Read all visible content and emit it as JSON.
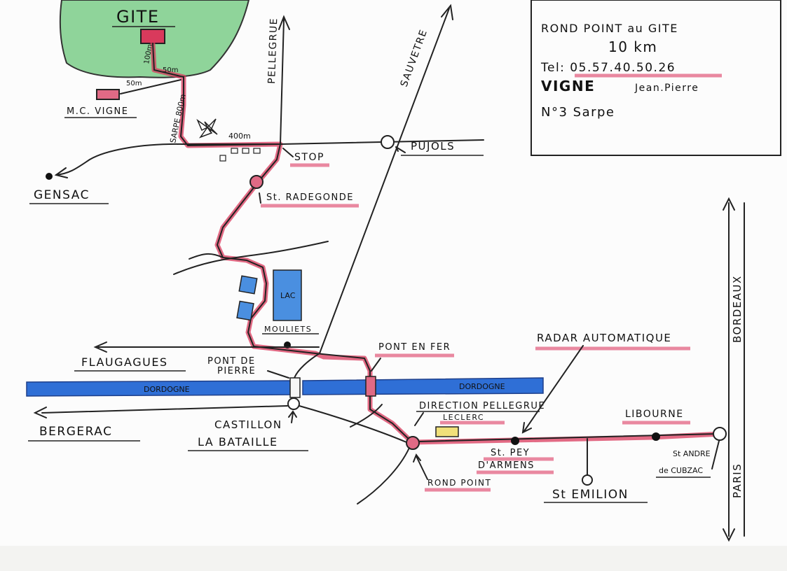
{
  "info": {
    "line1": "ROND POINT au GITE",
    "distance": "10 km",
    "phone": "Tel: 05.57.40.50.26",
    "name_bold": "VIGNE",
    "name_rest": "Jean.Pierre",
    "address": "N°3 Sarpe"
  },
  "labels": {
    "gite": "GITE",
    "mc_vigne": "M.C. VIGNE",
    "d100": "100m",
    "d50a": "50m",
    "d50b": "50m",
    "sarpe": "SARPE 800m",
    "d400": "400m",
    "pellegrue": "PELLEGRUE",
    "sauvetre": "SAUVETRE",
    "stop": "STOP",
    "pujols": "PUJOLS",
    "gensac": "GENSAC",
    "radegonde": "St. RADEGONDE",
    "lac": "LAC",
    "mouliets": "MOULIETS",
    "flaugagues": "FLAUGAGUES",
    "pont_de": "PONT DE",
    "pierre": "PIERRE",
    "pont_en_fer": "PONT EN FER",
    "dordogne_left": "DORDOGNE",
    "dordogne_right": "DORDOGNE",
    "bergerac": "BERGERAC",
    "castillon": "CASTILLON",
    "la_bataille": "LA BATAILLE",
    "direction": "DIRECTION PELLEGRUE",
    "leclerc": "LECLERC",
    "radar": "RADAR AUTOMATIQUE",
    "libourne": "LIBOURNE",
    "st_pey": "St. PEY",
    "armens": "D'ARMENS",
    "st_andre": "St ANDRE",
    "de_cubzac": "de CUBZAC",
    "st_emilion": "St EMILION",
    "rond_point": "ROND POINT",
    "bordeaux": "BORDEAUX",
    "paris": "PARIS"
  },
  "colors": {
    "forest": "#8fd49a",
    "route_highlight": "#d93a5c",
    "river": "#2f6fd6",
    "lake": "#4a8fe0",
    "leclerc_box": "#f0e07a"
  }
}
